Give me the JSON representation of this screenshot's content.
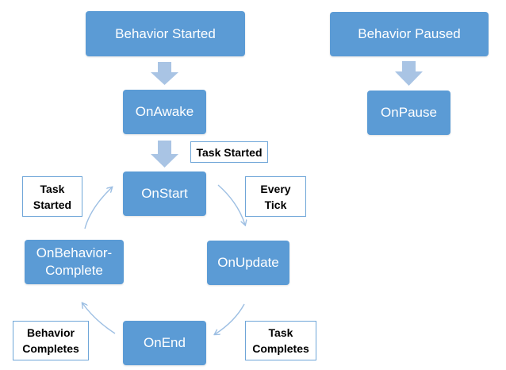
{
  "nodes": {
    "behavior_started": "Behavior Started",
    "behavior_paused": "Behavior Paused",
    "on_awake": "OnAwake",
    "on_pause": "OnPause",
    "on_start": "OnStart",
    "on_update": "OnUpdate",
    "on_behavior_complete": "OnBehavior-\nComplete",
    "on_end": "OnEnd"
  },
  "labels": {
    "task_started_top": "Task Started",
    "task_started_left": "Task\nStarted",
    "every_tick": "Every\nTick",
    "task_completes": "Task\nCompletes",
    "behavior_completes": "Behavior\nCompletes"
  },
  "colors": {
    "node_fill": "#5b9bd5",
    "block_arrow_fill": "#a9c4e4",
    "curved_arrow": "#9dbfe3",
    "label_border": "#6fa6d8"
  }
}
